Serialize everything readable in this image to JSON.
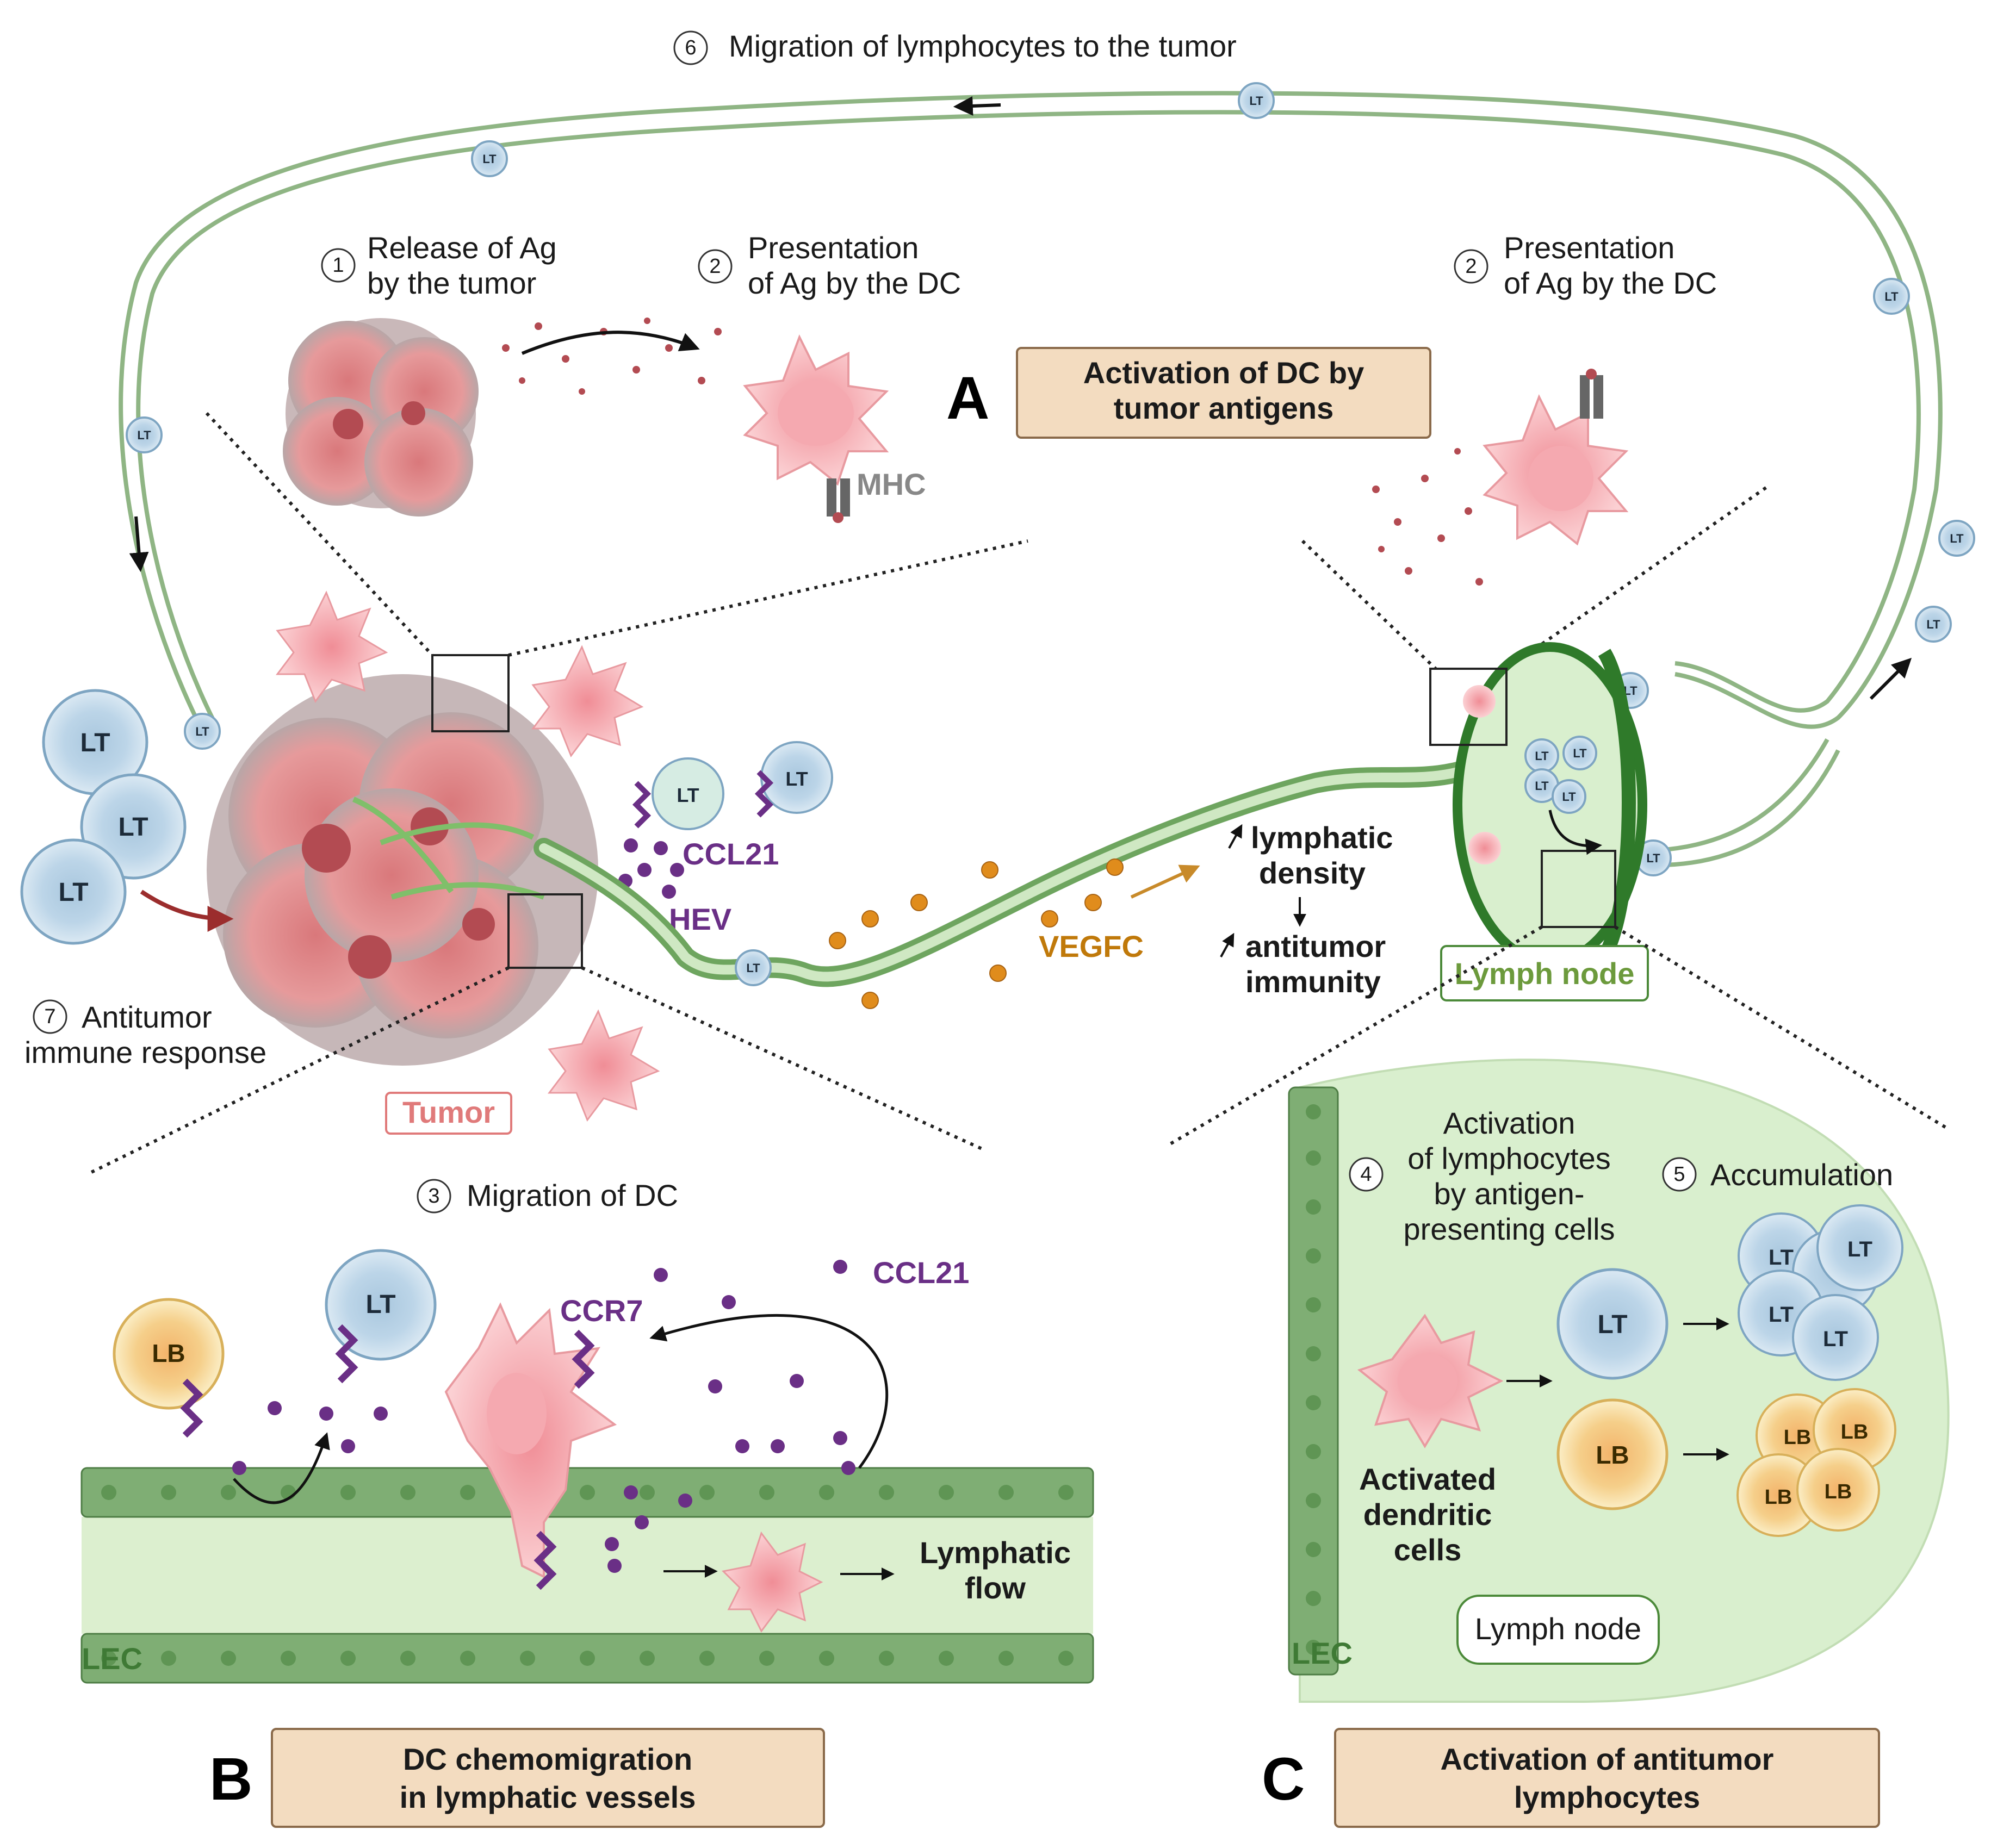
{
  "steps": {
    "s1": {
      "num": "1",
      "line1": "Release of Ag",
      "line2": "by the tumor"
    },
    "s2": {
      "num": "2",
      "line1": "Presentation",
      "line2": "of Ag by the DC"
    },
    "s2b": {
      "num": "2",
      "line1": "Presentation",
      "line2": "of Ag by the DC"
    },
    "s3": {
      "num": "3",
      "line1": "Migration of DC"
    },
    "s4": {
      "num": "4",
      "line1": "Activation",
      "line2": "of lymphocytes",
      "line3": "by antigen-",
      "line4": "presenting cells"
    },
    "s5": {
      "num": "5",
      "line1": "Accumulation"
    },
    "s6": {
      "num": "6",
      "line1": "Migration of lymphocytes to the tumor"
    },
    "s7": {
      "num": "7",
      "line1": "Antitumor",
      "line2": "immune response"
    }
  },
  "panels": {
    "a": {
      "letter": "A",
      "title1": "Activation of DC by",
      "title2": "tumor antigens"
    },
    "b": {
      "letter": "B",
      "title1": "DC chemomigration",
      "title2": "in lymphatic vessels"
    },
    "c": {
      "letter": "C",
      "title1": "Activation of antitumor",
      "title2": "lymphocytes"
    }
  },
  "labels": {
    "mhc": "MHC",
    "ccl21": "CCL21",
    "hev": "HEV",
    "vegfc": "VEGFC",
    "lymphatic1": "lymphatic",
    "lymphatic2": "density",
    "antitumor1": "antitumor",
    "antitumor2": "immunity",
    "tumor": "Tumor",
    "lymph_node": "Lymph node",
    "ccr7": "CCR7",
    "ccl21_b": "CCL21",
    "lymphatic_flow1": "Lymphatic",
    "lymphatic_flow2": "flow",
    "lec": "LEC",
    "lec_c": "LEC",
    "activated1": "Activated",
    "activated2": "dendritic",
    "activated3": "cells",
    "lymph_node_c": "Lymph node"
  },
  "cells": {
    "lt": "LT",
    "lb": "LB"
  },
  "colors": {
    "panel_fill": "#f3dcc0",
    "panel_border": "#8a6a4a",
    "vessel": "#7fae74",
    "ccl21": "#6a2f86",
    "vegfc_text": "#c0790a",
    "tumor_label": "#e07a7a",
    "lymph_label": "#6c9a3c",
    "lt_fill": "#cfe2ef",
    "lb_fill": "#f7e2a3"
  }
}
